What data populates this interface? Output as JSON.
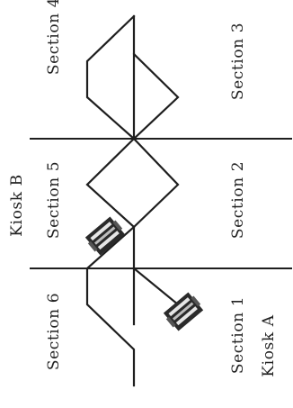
{
  "sections": {
    "s1": "Section 1",
    "s2": "Section 2",
    "s3": "Section 3",
    "s4": "Section 4",
    "s5": "Section 5",
    "s6": "Section 6"
  },
  "kiosks": {
    "a": "Kiosk A",
    "b": "Kiosk B"
  },
  "icons": [
    "printer-icon",
    "printer-icon"
  ],
  "colors": {
    "line": "#1e1e1e",
    "text": "#222222",
    "background": "#ffffff"
  }
}
